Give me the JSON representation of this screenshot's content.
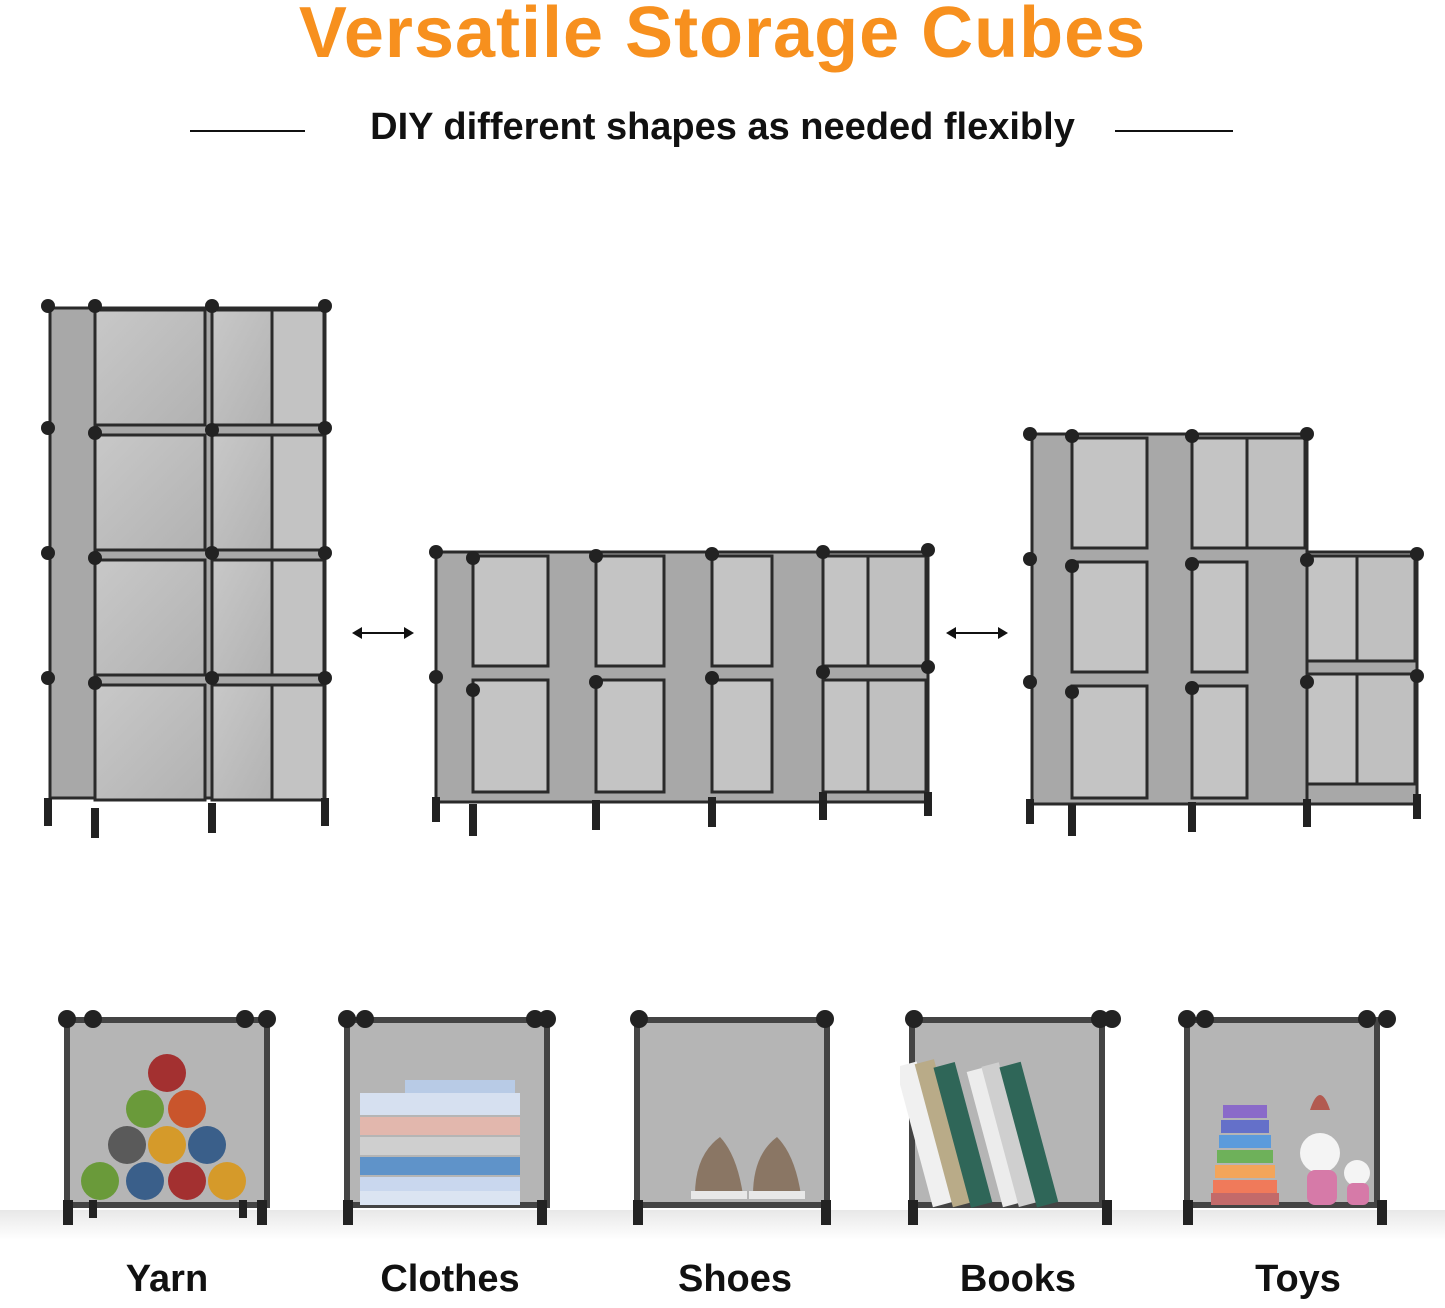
{
  "header": {
    "title": "Versatile Storage Cubes",
    "subtitle": "DIY different shapes as needed flexibly"
  },
  "colors": {
    "accent_orange": "#f7901e",
    "text_dark": "#111111",
    "panel_gray": "#b9b9b9",
    "frame_black": "#222222"
  },
  "configurations": [
    {
      "name": "8-cube tall (2 wide x 4 high)",
      "columns": 2,
      "rows": 4
    },
    {
      "name": "8-cube wide (4 wide x 2 high)",
      "columns": 4,
      "rows": 2
    },
    {
      "name": "8-cube stepped (3 wide, 3-3-2 high)",
      "columns": 3,
      "rows": 3
    }
  ],
  "arrows": [
    {
      "icon": "double-arrow-icon"
    },
    {
      "icon": "double-arrow-icon"
    }
  ],
  "uses": [
    {
      "label": "Yarn",
      "icon": "yarn-balls-icon"
    },
    {
      "label": "Clothes",
      "icon": "folded-shirts-icon"
    },
    {
      "label": "Shoes",
      "icon": "shoes-icon"
    },
    {
      "label": "Books",
      "icon": "books-icon"
    },
    {
      "label": "Toys",
      "icon": "toys-icon"
    }
  ]
}
